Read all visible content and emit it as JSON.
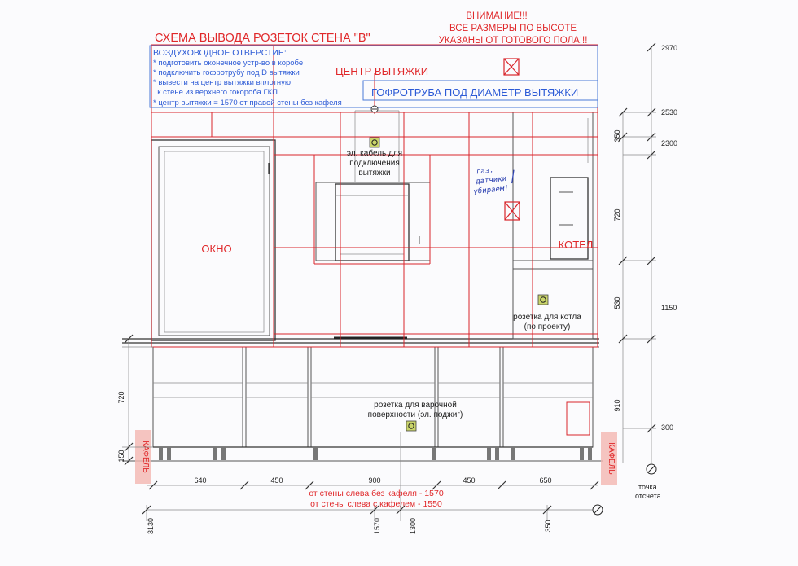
{
  "header": {
    "title": "СХЕМА ВЫВОДА РОЗЕТОК СТЕНА \"В\"",
    "warning_line1": "ВНИМАНИЕ!!!",
    "warning_line2": "ВСЕ РАЗМЕРЫ ПО ВЫСОТЕ",
    "warning_line3": "УКАЗАНЫ ОТ ГОТОВОГО ПОЛА!!!"
  },
  "vent_note": {
    "heading": "ВОЗДУХОВОДНОЕ ОТВЕРСТИЕ:",
    "lines": [
      "* подготовить оконечное устр-во в коробе",
      "* подключить гофротрубу под D вытяжки",
      "* вывести на центр вытяжки вплотную",
      "  к стене из верхнего гокороба ГКП",
      "* центр вытяжки = 1570 от правой стены без кафеля"
    ]
  },
  "labels": {
    "hood_center": "ЦЕНТР ВЫТЯЖКИ",
    "corrugated": "ГОФРОТРУБА ПОД ДИАМЕТР ВЫТЯЖКИ",
    "window": "ОКНО",
    "boiler": "КОТЕЛ",
    "hood_cable": [
      "эл. кабель для",
      "подключения",
      "вытяжки"
    ],
    "boiler_socket": [
      "розетка для котла",
      "(по проекту)"
    ],
    "hob_socket": [
      "розетка для варочной",
      "поверхности (эл. поджиг)"
    ],
    "gas_note": [
      "газ.",
      "датчики",
      "убираем!"
    ],
    "tile": "КАФЕЛЬ",
    "origin_line1": "точка",
    "origin_line2": "отсчета",
    "from_left_no_tile": "от стены слева без кафеля - 1570",
    "from_left_tile": "от стены слева с кафелем - 1550"
  },
  "height_marks": [
    "2970",
    "2530",
    "2300",
    "1150",
    "300"
  ],
  "height_dims": [
    "350",
    "720",
    "530",
    "910"
  ],
  "left_dims": [
    "720",
    "150"
  ],
  "width_dims": [
    "640",
    "450",
    "900",
    "450",
    "650"
  ],
  "bottom_marks": [
    "3130",
    "1570",
    "1300",
    "350"
  ],
  "colors": {
    "accent_red": "#e0282a",
    "accent_blue": "#2d5bd6",
    "socket_fill": "#c9d46a"
  }
}
